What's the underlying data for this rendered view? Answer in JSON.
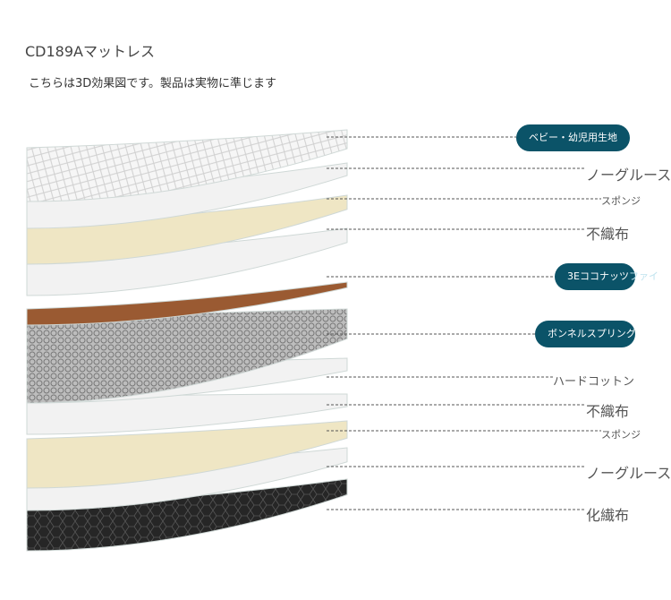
{
  "title": "CD189Aマットレス",
  "subtitle": "こちらは3D効果図です。製品は実物に準じます",
  "layers": [
    {
      "label": "ベビー・幼児用生地",
      "style": "pill"
    },
    {
      "label": "ノーグルース",
      "style": "big"
    },
    {
      "label": "スポンジ",
      "style": "small"
    },
    {
      "label": "不織布",
      "style": "big"
    },
    {
      "label": "3Eココナッツ",
      "label_faded": "ファイ",
      "style": "pill"
    },
    {
      "label": "ボンネルスプリング",
      "style": "pill"
    },
    {
      "label": "ハードコットン",
      "style": "mid"
    },
    {
      "label": "不織布",
      "style": "big"
    },
    {
      "label": "スポンジ",
      "style": "small"
    },
    {
      "label": "ノーグルース",
      "style": "big"
    },
    {
      "label": "化繊布",
      "style": "big"
    }
  ],
  "colors": {
    "pill": "#0b5368",
    "cream": "#efe6c4",
    "brown": "#9a5a32",
    "white": "#f2f2f2",
    "base": "#2a2a2a"
  }
}
